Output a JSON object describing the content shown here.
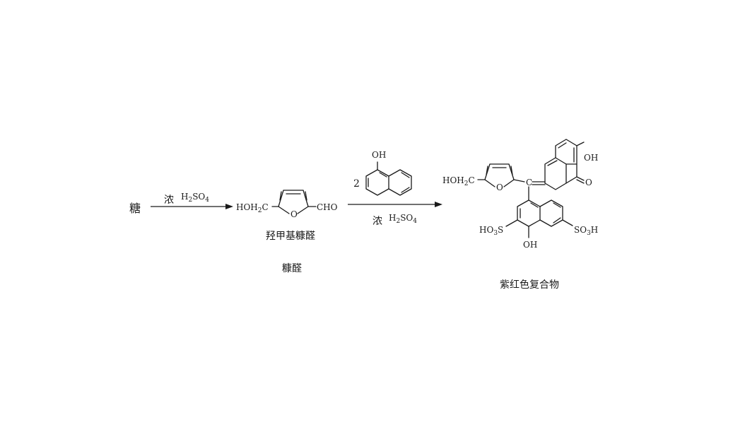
{
  "scheme": {
    "start_label": "糖",
    "step1": {
      "acid_prefix": "浓",
      "acid_formula": {
        "h": "H",
        "h_sub": "2",
        "so": "SO",
        "so_sub": "4"
      }
    },
    "intermediate": {
      "left_group": {
        "text": "HOH",
        "sub": "2",
        "tail": "C"
      },
      "ring_o": "O",
      "right_group": "CHO",
      "name": "羟甲基糠醛",
      "caption": "糠醛"
    },
    "step2": {
      "reagent_coefficient": "2",
      "reagent_oh": "OH",
      "acid_prefix": "浓",
      "acid_formula": {
        "h": "H",
        "h_sub": "2",
        "so": "SO",
        "so_sub": "4"
      }
    },
    "product": {
      "left_group": {
        "text": "HOH",
        "sub": "2",
        "tail": "C"
      },
      "ring_o": "O",
      "central_c": "C",
      "quinone_oh": "OH",
      "quinone_o": "O",
      "so3h_left": {
        "ho": "HO",
        "sub": "3",
        "s": "S"
      },
      "so3h_right": {
        "so": "SO",
        "sub": "3",
        "h": "H"
      },
      "naphthol_oh": "OH",
      "name": "紫红色复合物"
    }
  }
}
